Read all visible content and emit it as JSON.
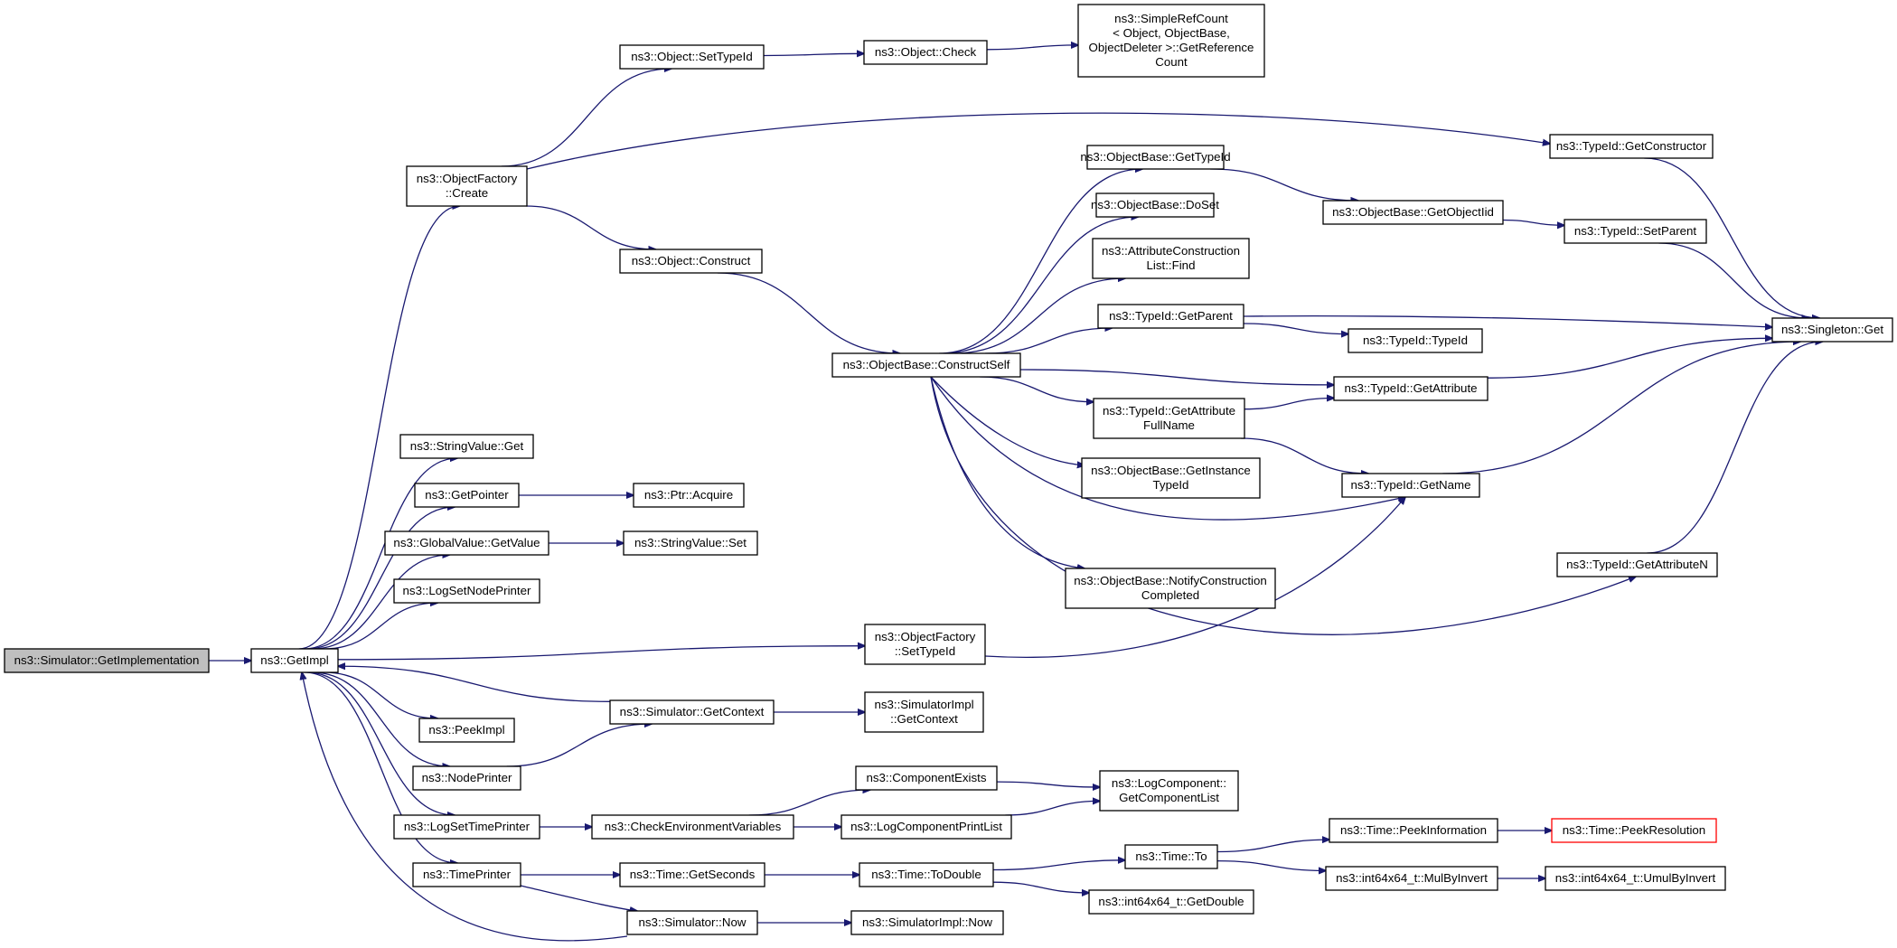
{
  "graph": {
    "edge_color": "#191970",
    "root_fill": "#bfbfbf",
    "highlight_color": "#ff0000",
    "nodes": [
      {
        "id": "root",
        "lines": [
          "ns3::Simulator::GetImplementation"
        ]
      },
      {
        "id": "getimpl",
        "lines": [
          "ns3::GetImpl"
        ]
      },
      {
        "id": "ofcreate",
        "lines": [
          "ns3::ObjectFactory",
          "::Create"
        ]
      },
      {
        "id": "stringget",
        "lines": [
          "ns3::StringValue::Get"
        ]
      },
      {
        "id": "getpointer",
        "lines": [
          "ns3::GetPointer"
        ]
      },
      {
        "id": "gvgetvalue",
        "lines": [
          "ns3::GlobalValue::GetValue"
        ]
      },
      {
        "id": "logsetnode",
        "lines": [
          "ns3::LogSetNodePrinter"
        ]
      },
      {
        "id": "peekimpl",
        "lines": [
          "ns3::PeekImpl"
        ]
      },
      {
        "id": "nodeprinter",
        "lines": [
          "ns3::NodePrinter"
        ]
      },
      {
        "id": "logsettime",
        "lines": [
          "ns3::LogSetTimePrinter"
        ]
      },
      {
        "id": "timeprinter",
        "lines": [
          "ns3::TimePrinter"
        ]
      },
      {
        "id": "settypeid",
        "lines": [
          "ns3::Object::SetTypeId"
        ]
      },
      {
        "id": "objcheck",
        "lines": [
          "ns3::Object::Check"
        ]
      },
      {
        "id": "simplerefcount",
        "lines": [
          "ns3::SimpleRefCount",
          "< Object, ObjectBase,",
          "ObjectDeleter >::GetReference",
          "Count"
        ]
      },
      {
        "id": "getconstructor",
        "lines": [
          "ns3::TypeId::GetConstructor"
        ]
      },
      {
        "id": "objconstruct",
        "lines": [
          "ns3::Object::Construct"
        ]
      },
      {
        "id": "constructself",
        "lines": [
          "ns3::ObjectBase::ConstructSelf"
        ]
      },
      {
        "id": "obgettypeid",
        "lines": [
          "ns3::ObjectBase::GetTypeId"
        ]
      },
      {
        "id": "dosetnode",
        "lines": [
          "ns3::ObjectBase::DoSet"
        ]
      },
      {
        "id": "aclfind",
        "lines": [
          "ns3::AttributeConstruction",
          "List::Find"
        ]
      },
      {
        "id": "getparent",
        "lines": [
          "ns3::TypeId::GetParent"
        ]
      },
      {
        "id": "getattrfullname",
        "lines": [
          "ns3::TypeId::GetAttribute",
          "FullName"
        ]
      },
      {
        "id": "getinstancetypeid",
        "lines": [
          "ns3::ObjectBase::GetInstance",
          "TypeId"
        ]
      },
      {
        "id": "notifyconstruction",
        "lines": [
          "ns3::ObjectBase::NotifyConstruction",
          "Completed"
        ]
      },
      {
        "id": "getobjectiid",
        "lines": [
          "ns3::ObjectBase::GetObjectIid"
        ]
      },
      {
        "id": "setparent",
        "lines": [
          "ns3::TypeId::SetParent"
        ]
      },
      {
        "id": "typeidtypeid",
        "lines": [
          "ns3::TypeId::TypeId"
        ]
      },
      {
        "id": "getattribute",
        "lines": [
          "ns3::TypeId::GetAttribute"
        ]
      },
      {
        "id": "getname",
        "lines": [
          "ns3::TypeId::GetName"
        ]
      },
      {
        "id": "singletonget",
        "lines": [
          "ns3::Singleton::Get"
        ]
      },
      {
        "id": "getattributen",
        "lines": [
          "ns3::TypeId::GetAttributeN"
        ]
      },
      {
        "id": "ptracquire",
        "lines": [
          "ns3::Ptr::Acquire"
        ]
      },
      {
        "id": "stringset",
        "lines": [
          "ns3::StringValue::Set"
        ]
      },
      {
        "id": "ofsettypeid",
        "lines": [
          "ns3::ObjectFactory",
          "::SetTypeId"
        ]
      },
      {
        "id": "simgetcontext",
        "lines": [
          "ns3::Simulator::GetContext"
        ]
      },
      {
        "id": "simimplgetcontext",
        "lines": [
          "ns3::SimulatorImpl",
          "::GetContext"
        ]
      },
      {
        "id": "checkenv",
        "lines": [
          "ns3::CheckEnvironmentVariables"
        ]
      },
      {
        "id": "componentexists",
        "lines": [
          "ns3::ComponentExists"
        ]
      },
      {
        "id": "logcompprintlist",
        "lines": [
          "ns3::LogComponentPrintList"
        ]
      },
      {
        "id": "getcomponentlist",
        "lines": [
          "ns3::LogComponent::",
          "GetComponentList"
        ]
      },
      {
        "id": "timegetseconds",
        "lines": [
          "ns3::Time::GetSeconds"
        ]
      },
      {
        "id": "timetodouble",
        "lines": [
          "ns3::Time::ToDouble"
        ]
      },
      {
        "id": "timeto",
        "lines": [
          "ns3::Time::To"
        ]
      },
      {
        "id": "peekinformation",
        "lines": [
          "ns3::Time::PeekInformation"
        ]
      },
      {
        "id": "peekresolution",
        "lines": [
          "ns3::Time::PeekResolution"
        ]
      },
      {
        "id": "mulbyinvert",
        "lines": [
          "ns3::int64x64_t::MulByInvert"
        ]
      },
      {
        "id": "umulbyinvert",
        "lines": [
          "ns3::int64x64_t::UmulByInvert"
        ]
      },
      {
        "id": "getdouble",
        "lines": [
          "ns3::int64x64_t::GetDouble"
        ]
      },
      {
        "id": "simnow",
        "lines": [
          "ns3::Simulator::Now"
        ]
      },
      {
        "id": "simimplnow",
        "lines": [
          "ns3::SimulatorImpl::Now"
        ]
      }
    ],
    "edges": [
      [
        "root",
        "getimpl"
      ],
      [
        "getimpl",
        "ofcreate"
      ],
      [
        "getimpl",
        "stringget"
      ],
      [
        "getimpl",
        "getpointer"
      ],
      [
        "getimpl",
        "gvgetvalue"
      ],
      [
        "getimpl",
        "logsetnode"
      ],
      [
        "getimpl",
        "ofsettypeid"
      ],
      [
        "getimpl",
        "peekimpl"
      ],
      [
        "getimpl",
        "nodeprinter"
      ],
      [
        "getimpl",
        "logsettime"
      ],
      [
        "getimpl",
        "timeprinter"
      ],
      [
        "simgetcontext",
        "getimpl"
      ],
      [
        "simnow",
        "getimpl"
      ],
      [
        "ofcreate",
        "settypeid"
      ],
      [
        "ofcreate",
        "getconstructor"
      ],
      [
        "ofcreate",
        "objconstruct"
      ],
      [
        "settypeid",
        "objcheck"
      ],
      [
        "objcheck",
        "simplerefcount"
      ],
      [
        "getconstructor",
        "singletonget"
      ],
      [
        "objconstruct",
        "constructself"
      ],
      [
        "constructself",
        "obgettypeid"
      ],
      [
        "constructself",
        "dosetnode"
      ],
      [
        "constructself",
        "aclfind"
      ],
      [
        "constructself",
        "getparent"
      ],
      [
        "constructself",
        "getattribute"
      ],
      [
        "constructself",
        "getattrfullname"
      ],
      [
        "constructself",
        "getinstancetypeid"
      ],
      [
        "constructself",
        "getname"
      ],
      [
        "constructself",
        "notifyconstruction"
      ],
      [
        "constructself",
        "getattributen"
      ],
      [
        "obgettypeid",
        "getobjectiid"
      ],
      [
        "getobjectiid",
        "setparent"
      ],
      [
        "setparent",
        "singletonget"
      ],
      [
        "getparent",
        "singletonget"
      ],
      [
        "getparent",
        "typeidtypeid"
      ],
      [
        "getattribute",
        "singletonget"
      ],
      [
        "getattrfullname",
        "getattribute"
      ],
      [
        "getattrfullname",
        "getname"
      ],
      [
        "getname",
        "singletonget"
      ],
      [
        "getattributen",
        "singletonget"
      ],
      [
        "getpointer",
        "ptracquire"
      ],
      [
        "gvgetvalue",
        "stringset"
      ],
      [
        "ofsettypeid",
        "getname"
      ],
      [
        "simgetcontext",
        "simimplgetcontext"
      ],
      [
        "nodeprinter",
        "simgetcontext"
      ],
      [
        "logsettime",
        "checkenv"
      ],
      [
        "checkenv",
        "componentexists"
      ],
      [
        "checkenv",
        "logcompprintlist"
      ],
      [
        "componentexists",
        "getcomponentlist"
      ],
      [
        "logcompprintlist",
        "getcomponentlist"
      ],
      [
        "timeprinter",
        "timegetseconds"
      ],
      [
        "timeprinter",
        "simnow"
      ],
      [
        "timegetseconds",
        "timetodouble"
      ],
      [
        "timetodouble",
        "timeto"
      ],
      [
        "timetodouble",
        "getdouble"
      ],
      [
        "timeto",
        "peekinformation"
      ],
      [
        "timeto",
        "mulbyinvert"
      ],
      [
        "peekinformation",
        "peekresolution"
      ],
      [
        "mulbyinvert",
        "umulbyinvert"
      ],
      [
        "simnow",
        "simimplnow"
      ]
    ]
  }
}
